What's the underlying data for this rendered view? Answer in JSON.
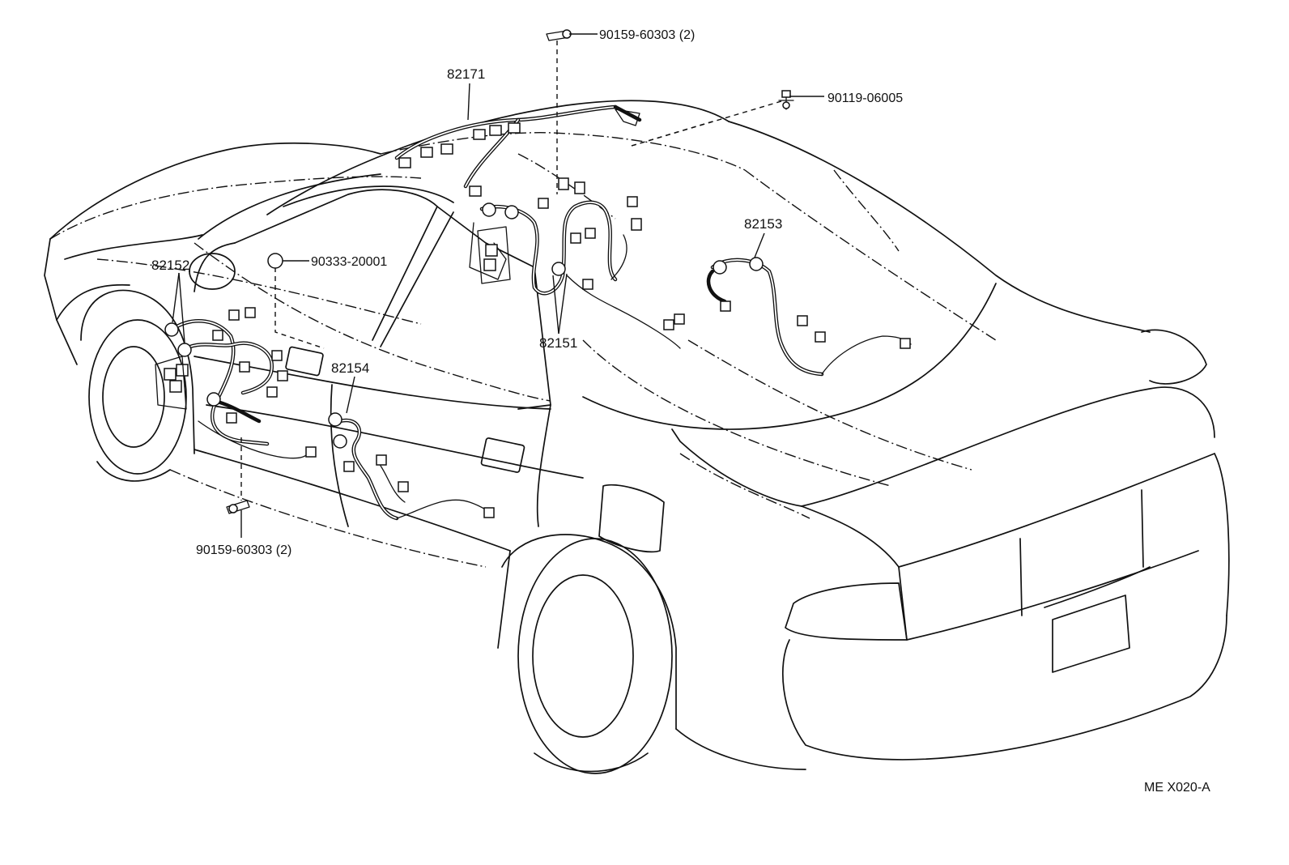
{
  "parts": {
    "p82171": "82171",
    "p82152": "82152",
    "p82151": "82151",
    "p82153": "82153",
    "p82154": "82154",
    "bolt_top": "90159-60303 (2)",
    "bolt_bottom": "90159-60303 (2)",
    "clip_roof": "90119-06005",
    "grommet": "90333-20001"
  },
  "diagram_code": "ME X020-A",
  "colors": {
    "ink": "#111111",
    "paper": "#ffffff"
  }
}
